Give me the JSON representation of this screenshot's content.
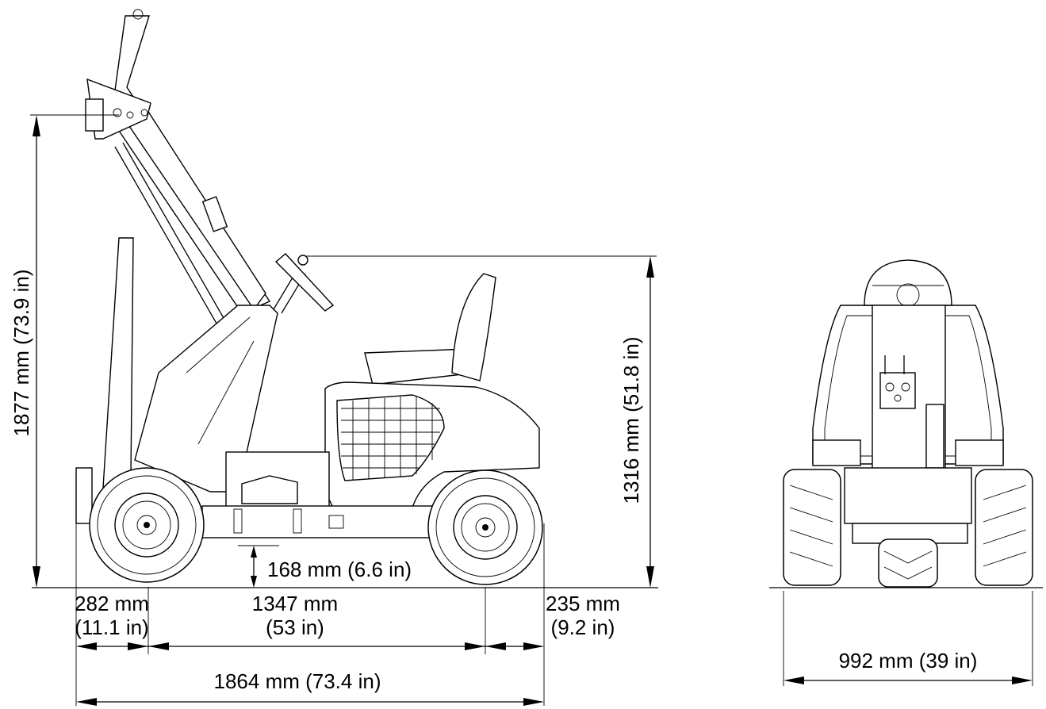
{
  "dimensions": {
    "overall_height": "1877 mm (73.9 in)",
    "steering_height": "1316 mm (51.8 in)",
    "ground_clearance": "168 mm (6.6 in)",
    "front_overhang_mm": "282 mm",
    "front_overhang_in": "(11.1 in)",
    "wheelbase_mm": "1347 mm",
    "wheelbase_in": "(53 in)",
    "rear_overhang_mm": "235 mm",
    "rear_overhang_in": "(9.2 in)",
    "overall_length": "1864 mm (73.4 in)",
    "overall_width": "992 mm (39 in)"
  }
}
